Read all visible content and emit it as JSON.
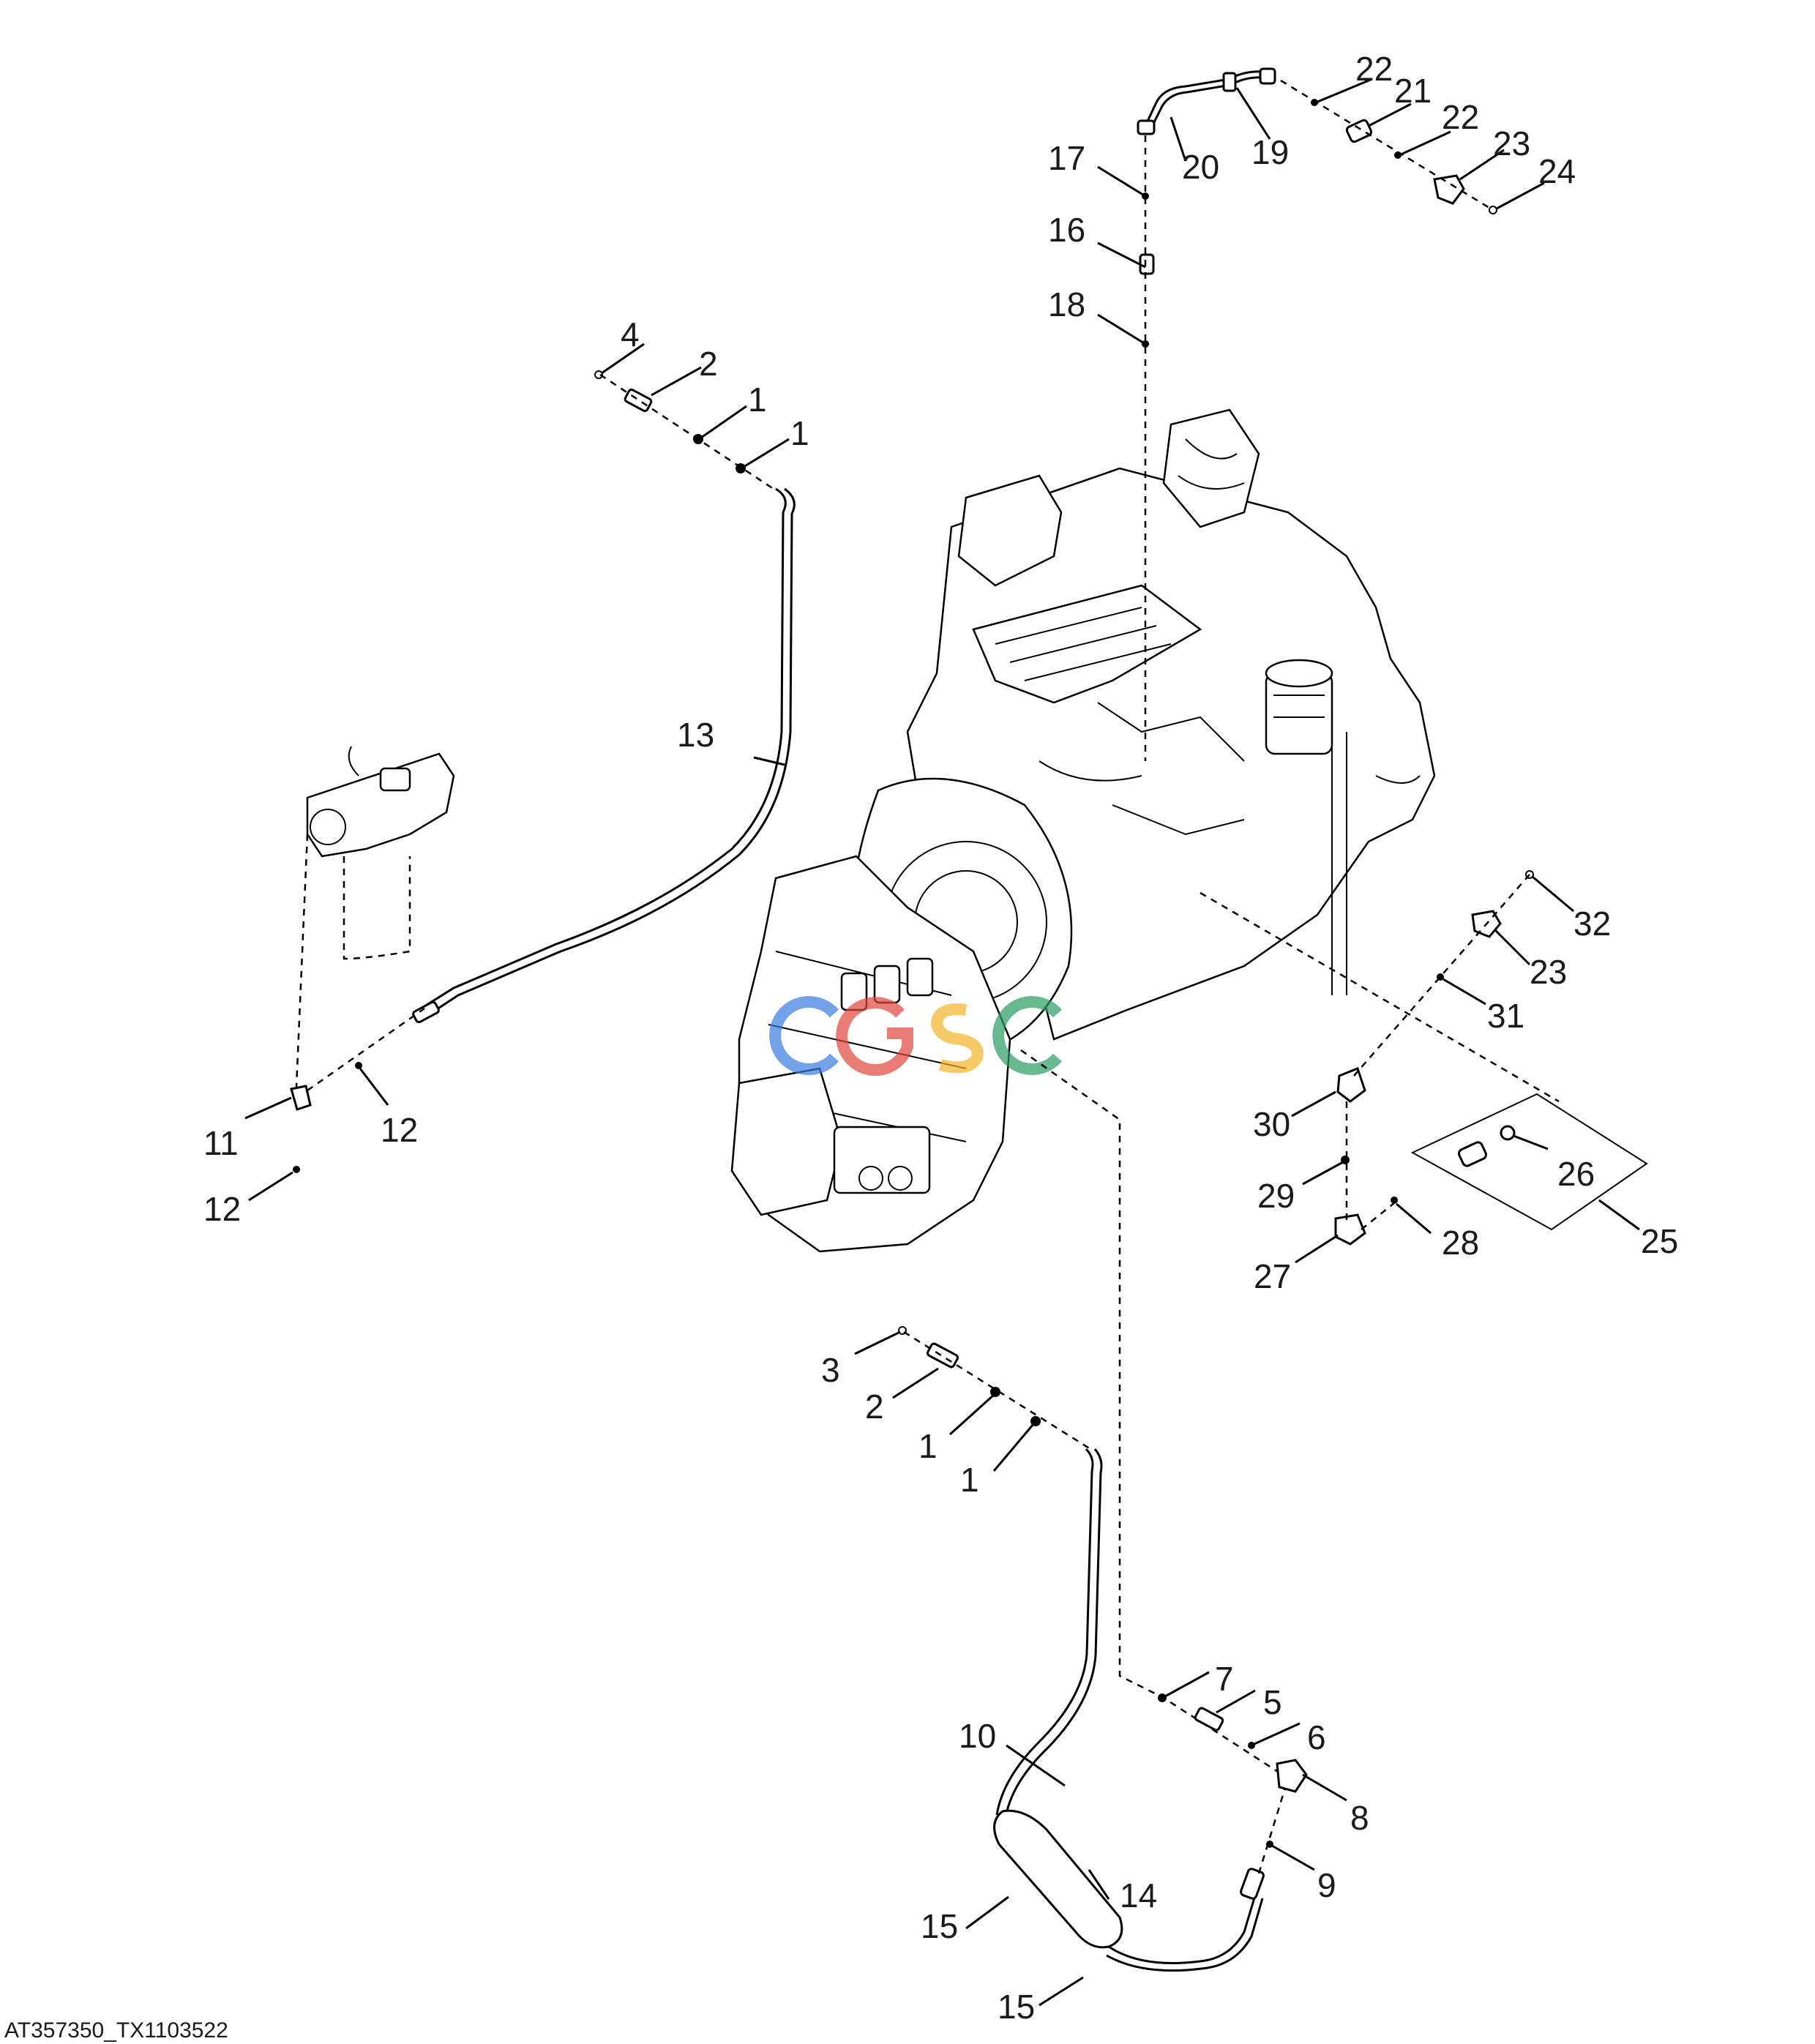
{
  "diagram": {
    "caption": "AT357350_TX1103522",
    "watermark": "CGSC",
    "watermark_colors": [
      "#3a7be0",
      "#e0453c",
      "#f2b527",
      "#2a9c62"
    ]
  },
  "callouts": [
    {
      "id": "c1",
      "label": "1"
    },
    {
      "id": "c2",
      "label": "1"
    },
    {
      "id": "c3",
      "label": "1"
    },
    {
      "id": "c4",
      "label": "1"
    },
    {
      "id": "c5",
      "label": "2"
    },
    {
      "id": "c6",
      "label": "2"
    },
    {
      "id": "c7",
      "label": "3"
    },
    {
      "id": "c8",
      "label": "4"
    },
    {
      "id": "c9",
      "label": "5"
    },
    {
      "id": "c10",
      "label": "6"
    },
    {
      "id": "c11",
      "label": "7"
    },
    {
      "id": "c12",
      "label": "8"
    },
    {
      "id": "c13",
      "label": "9"
    },
    {
      "id": "c14",
      "label": "10"
    },
    {
      "id": "c15",
      "label": "11"
    },
    {
      "id": "c16",
      "label": "12"
    },
    {
      "id": "c17",
      "label": "12"
    },
    {
      "id": "c18",
      "label": "13"
    },
    {
      "id": "c19",
      "label": "14"
    },
    {
      "id": "c20",
      "label": "15"
    },
    {
      "id": "c21",
      "label": "15"
    },
    {
      "id": "c22",
      "label": "16"
    },
    {
      "id": "c23",
      "label": "17"
    },
    {
      "id": "c24",
      "label": "18"
    },
    {
      "id": "c25",
      "label": "19"
    },
    {
      "id": "c26",
      "label": "20"
    },
    {
      "id": "c27",
      "label": "21"
    },
    {
      "id": "c28",
      "label": "22"
    },
    {
      "id": "c29",
      "label": "22"
    },
    {
      "id": "c30",
      "label": "23"
    },
    {
      "id": "c31",
      "label": "23"
    },
    {
      "id": "c32",
      "label": "24"
    },
    {
      "id": "c33",
      "label": "25"
    },
    {
      "id": "c34",
      "label": "26"
    },
    {
      "id": "c35",
      "label": "27"
    },
    {
      "id": "c36",
      "label": "28"
    },
    {
      "id": "c37",
      "label": "29"
    },
    {
      "id": "c38",
      "label": "30"
    },
    {
      "id": "c39",
      "label": "31"
    },
    {
      "id": "c40",
      "label": "32"
    }
  ]
}
